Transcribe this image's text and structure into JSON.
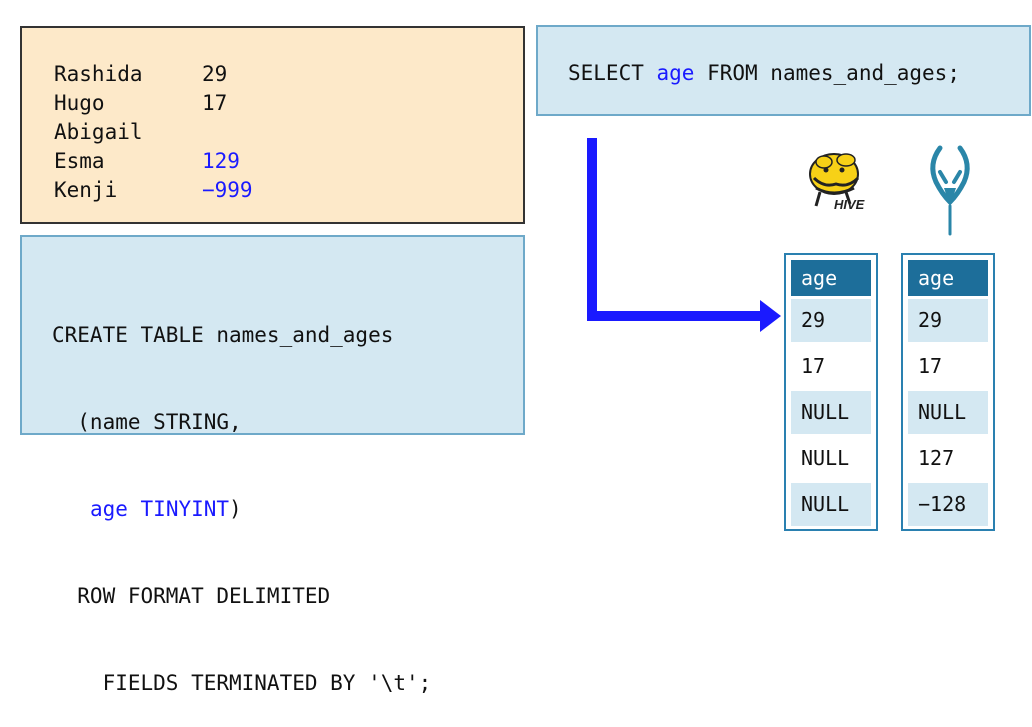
{
  "input_data": {
    "rows": [
      {
        "name": "Rashida",
        "age": "29",
        "highlight": false
      },
      {
        "name": "Hugo",
        "age": "17",
        "highlight": false
      },
      {
        "name": "Abigail",
        "age": "",
        "highlight": false
      },
      {
        "name": "Esma",
        "age": "129",
        "highlight": true
      },
      {
        "name": "Kenji",
        "age": "−999",
        "highlight": true
      }
    ]
  },
  "create_statement": {
    "line1": "CREATE TABLE names_and_ages",
    "line2": "  (name STRING,",
    "line3_indent": "   ",
    "line3_col": "age",
    "line3_space": " ",
    "line3_type": "TINYINT",
    "line3_close": ")",
    "line4": "  ROW FORMAT DELIMITED",
    "line5": "    FIELDS TERMINATED BY '\\t';"
  },
  "select_statement": {
    "part1": "SELECT ",
    "column": "age",
    "part2": " FROM names_and_ages;"
  },
  "hive_logo": {
    "text": "HIVE",
    "icon": "hive-bee-elephant-logo"
  },
  "impala_logo": {
    "icon": "impala-antelope-logo"
  },
  "hive_result": {
    "header": "age",
    "cells": [
      {
        "value": "29",
        "highlight": false
      },
      {
        "value": "17",
        "highlight": false
      },
      {
        "value": "NULL",
        "highlight": false
      },
      {
        "value": "NULL",
        "highlight": true
      },
      {
        "value": "NULL",
        "highlight": true
      }
    ]
  },
  "impala_result": {
    "header": "age",
    "cells": [
      {
        "value": "29",
        "highlight": false
      },
      {
        "value": "17",
        "highlight": false
      },
      {
        "value": "NULL",
        "highlight": false
      },
      {
        "value": "127",
        "highlight": true
      },
      {
        "value": "−128",
        "highlight": true
      }
    ]
  },
  "colors": {
    "highlight_text": "#1a1aff",
    "arrow": "#1a1aff",
    "data_box_bg": "#fde9c9",
    "code_box_bg": "#d4e8f2",
    "table_header_bg": "#1d6e9a"
  }
}
